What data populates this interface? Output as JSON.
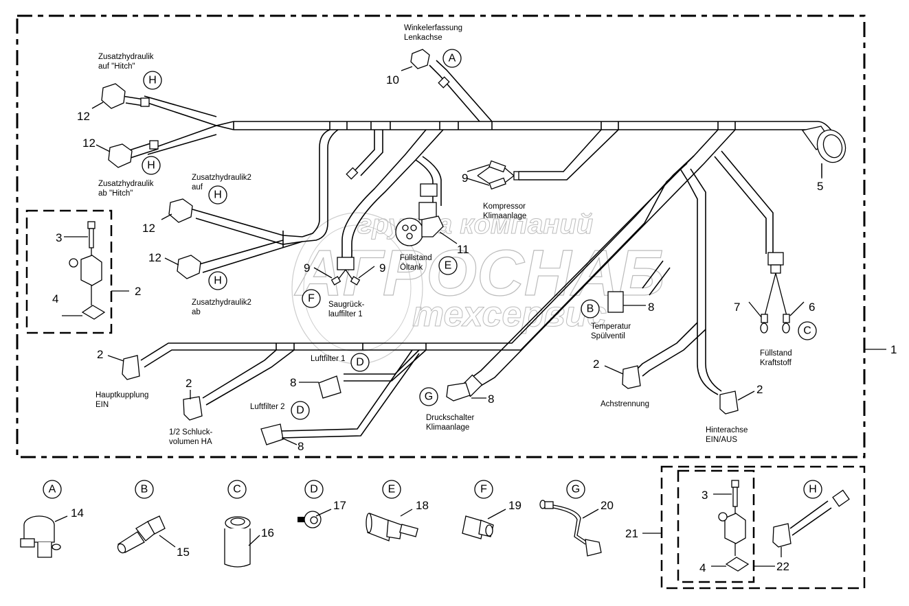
{
  "diagram": {
    "title": "Wiring harness exploded view",
    "watermark": {
      "line1": "группа компаний",
      "line2": "АГРОСНАБ",
      "line3": "техсервис"
    },
    "labels": {
      "winkelerfassung": [
        "Winkelerfassung",
        "Lenkachse"
      ],
      "zusatz_auf_hitch": [
        "Zusatzhydraulik",
        "auf \"Hitch\""
      ],
      "zusatz_ab_hitch": [
        "Zusatzhydraulik",
        "ab \"Hitch\""
      ],
      "zusatz2_auf": [
        "Zusatzhydraulik2",
        "auf"
      ],
      "zusatz2_ab": [
        "Zusatzhydraulik2",
        "ab"
      ],
      "kompressor": [
        "Kompressor",
        "Klimaanlage"
      ],
      "fuellstand_oeltank": [
        "Füllstand",
        "Öltank"
      ],
      "saugrueck": [
        "Saugrück-",
        "lauffilter 1"
      ],
      "temperatur": [
        "Temperatur",
        "Spülventil"
      ],
      "fuellstand_kraftstoff": [
        "Füllstand",
        "Kraftstoff"
      ],
      "hauptkupplung": [
        "Hauptkupplung",
        "EIN"
      ],
      "schluckvolumen": [
        "1/2 Schluck-",
        "volumen HA"
      ],
      "luftfilter1": "Luftfilter 1",
      "luftfilter2": "Luftfilter 2",
      "druckschalter": [
        "Druckschalter",
        "Klimaanlage"
      ],
      "achstrennung": "Achstrennung",
      "hinterachse": [
        "Hinterachse",
        "EIN/AUS"
      ]
    },
    "callouts": {
      "c1": "1",
      "c2": "2",
      "c3": "3",
      "c4": "4",
      "c5": "5",
      "c6": "6",
      "c7": "7",
      "c8": "8",
      "c9": "9",
      "c10": "10",
      "c11": "11",
      "c12": "12",
      "c14": "14",
      "c15": "15",
      "c16": "16",
      "c17": "17",
      "c18": "18",
      "c19": "19",
      "c20": "20",
      "c21": "21",
      "c22": "22"
    },
    "letters": {
      "A": "A",
      "B": "B",
      "C": "C",
      "D": "D",
      "E": "E",
      "F": "F",
      "G": "G",
      "H": "H"
    },
    "detail_parts": [
      {
        "letter": "A",
        "number": "14",
        "icon": "angle-sensor-icon"
      },
      {
        "letter": "B",
        "number": "15",
        "icon": "temperature-sensor-icon"
      },
      {
        "letter": "C",
        "number": "16",
        "icon": "fuel-level-sender-icon"
      },
      {
        "letter": "D",
        "number": "17",
        "icon": "air-filter-switch-icon"
      },
      {
        "letter": "E",
        "number": "18",
        "icon": "oil-level-sensor-icon"
      },
      {
        "letter": "F",
        "number": "19",
        "icon": "pressure-switch-icon"
      },
      {
        "letter": "G",
        "number": "20",
        "icon": "pressure-switch-cable-icon"
      },
      {
        "letter": "H",
        "number": "22",
        "icon": "valve-connector-cable-icon"
      }
    ]
  }
}
